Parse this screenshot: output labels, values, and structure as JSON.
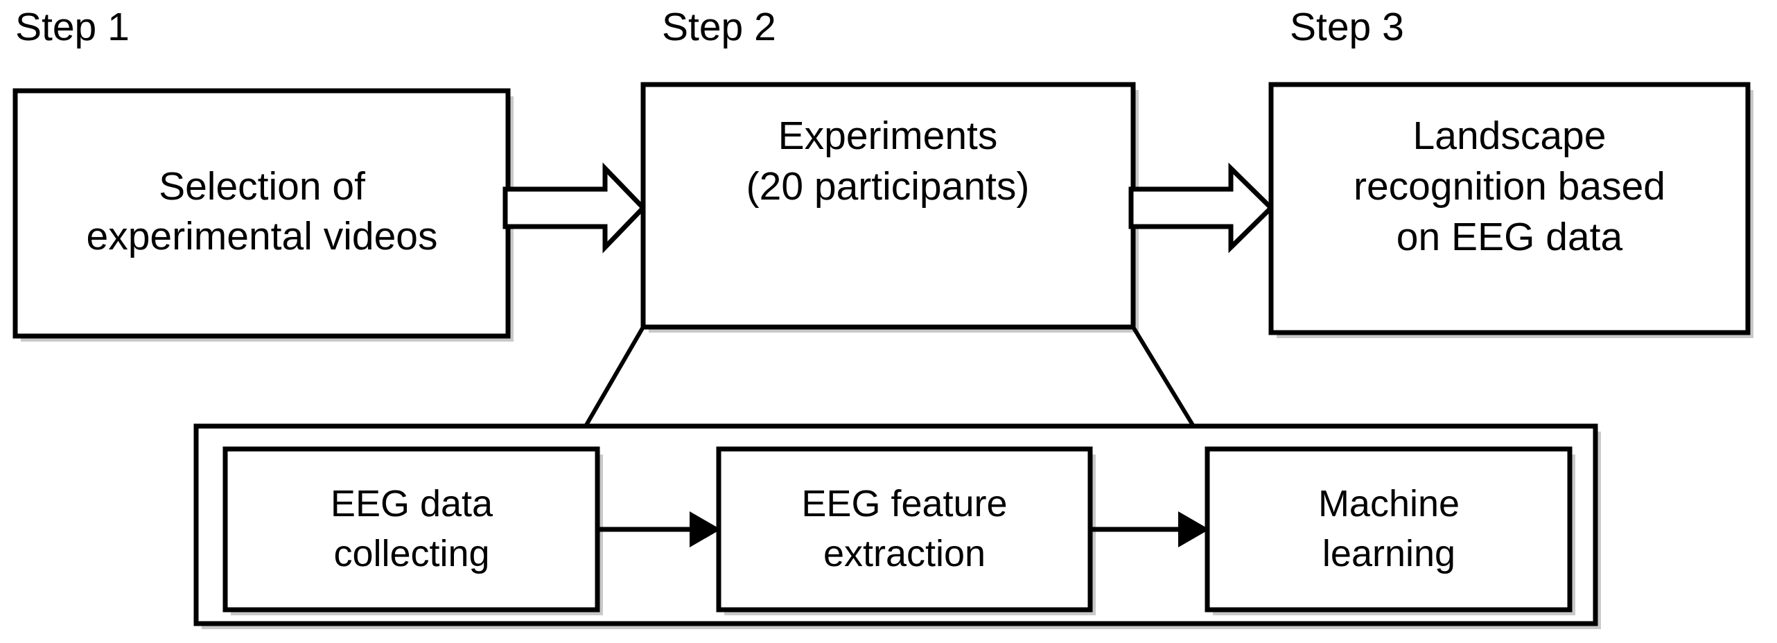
{
  "diagram": {
    "title": "Three-step EEG landscape recognition workflow",
    "background_color": "#ffffff",
    "line_color": "#000000",
    "shadow_color": "#c9c9c9"
  },
  "steps": [
    {
      "label": "Step 1",
      "lines": [
        "Selection of",
        "experimental videos"
      ]
    },
    {
      "label": "Step 2",
      "lines": [
        "Experiments",
        "(20 participants)"
      ]
    },
    {
      "label": "Step 3",
      "lines": [
        "Landscape",
        "recognition based",
        "on EEG data"
      ]
    }
  ],
  "substeps": [
    {
      "lines": [
        "EEG data",
        "collecting"
      ]
    },
    {
      "lines": [
        "EEG feature",
        "extraction"
      ]
    },
    {
      "lines": [
        "Machine",
        "learning"
      ]
    }
  ],
  "connectors": {
    "step1_to_step2": "block-arrow-right",
    "step2_to_step3": "block-arrow-right",
    "step2_to_substeps": "trapezoid-splay-lines",
    "sub1_to_sub2": "thin-arrow-right",
    "sub2_to_sub3": "thin-arrow-right"
  }
}
